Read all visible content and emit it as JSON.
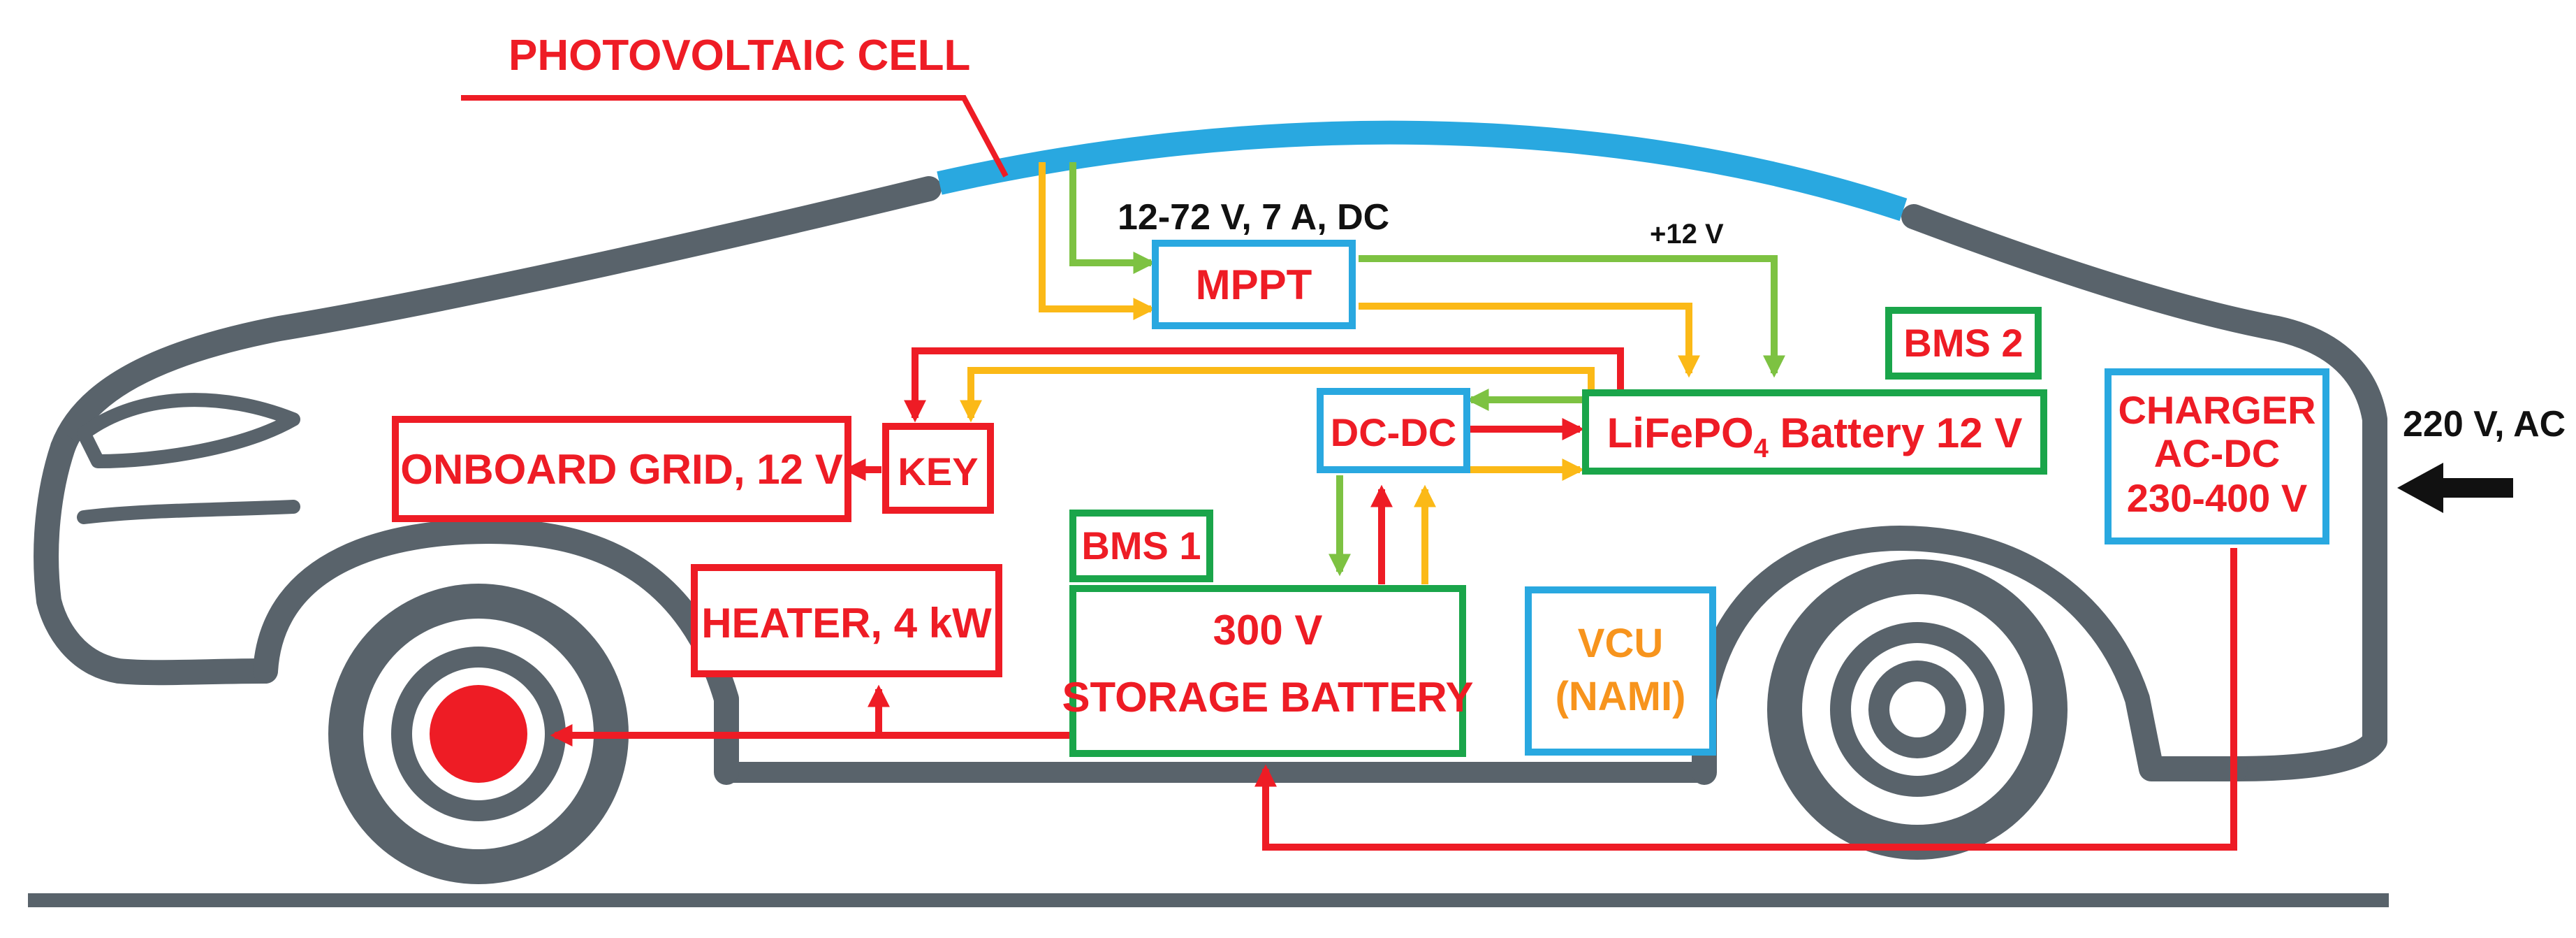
{
  "labels": {
    "photovoltaic_cell": "PHOTOVOLTAIC CELL",
    "pv_output": "12-72 V, 7 A, DC",
    "mppt": "MPPT",
    "plus_12v": "+12 V",
    "bms2": "BMS 2",
    "lifepo4_pre": "LiFePO",
    "lifepo4_sub": "4",
    "lifepo4_post": " Battery 12 V",
    "dcdc": "DC-DC",
    "key": "KEY",
    "onboard_grid": "ONBOARD GRID, 12 V",
    "bms1": "BMS 1",
    "heater": "HEATER, 4 kW",
    "storage_line1": "300 V",
    "storage_line2": "STORAGE BATTERY",
    "vcu_line1": "VCU",
    "vcu_line2": "(NAMI)",
    "charger_line1": "CHARGER",
    "charger_line2": "AC-DC",
    "charger_line3": "230-400 V",
    "ac_input": "220 V, AC"
  },
  "colors": {
    "car_body": "#59636b",
    "solar_panel": "#29a8e0",
    "red": "#ee1c25",
    "green_wire": "#7dc242",
    "orange_wire": "#fbb917",
    "box_green": "#1aa54a",
    "box_blue": "#29a8e0",
    "box_red": "#ee1c25",
    "vcu_text": "#f7941d"
  },
  "icons": [
    "wheel-hub",
    "input-arrow-icon"
  ]
}
